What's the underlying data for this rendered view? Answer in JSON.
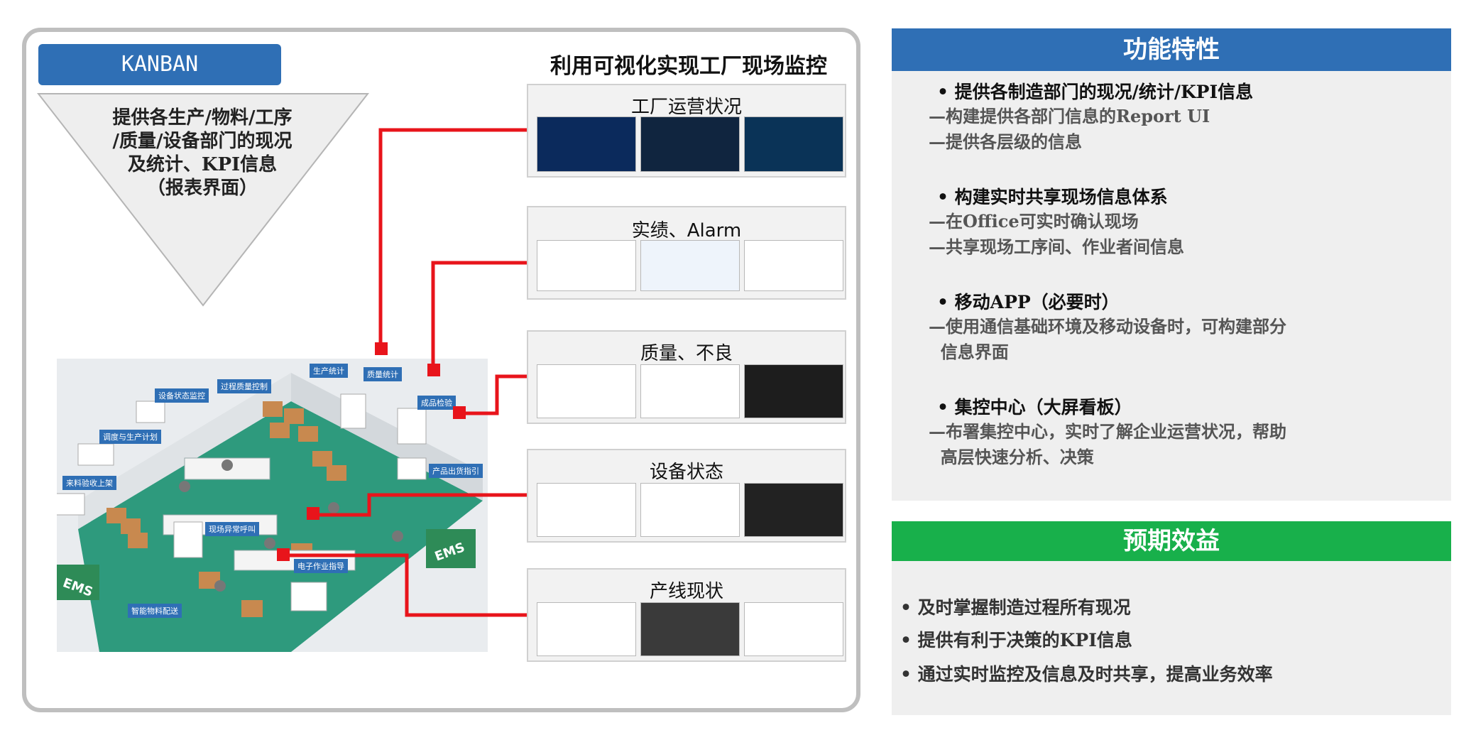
{
  "left": {
    "kanban_label": "KANBAN",
    "triangle_lines": [
      "提供各生产/物料/工序",
      "/质量/设备部门的现况",
      "及统计、KPI信息",
      "（报表界面）"
    ],
    "main_title": "利用可视化实现工厂现场监控",
    "panels": [
      {
        "title": "工厂运营状况"
      },
      {
        "title": "实绩、Alarm"
      },
      {
        "title": "质量、不良"
      },
      {
        "title": "设备状态"
      },
      {
        "title": "产线现状"
      }
    ],
    "factory_labels": [
      "生产统计",
      "质量统计",
      "过程质量控制",
      "设备状态监控",
      "成品检验",
      "调度与生产计划",
      "产品出货指引",
      "来料验收上架",
      "现场异常呼叫",
      "电子作业指导",
      "智能物料配送"
    ],
    "truck_label": "EMS"
  },
  "features": {
    "header": "功能特性",
    "items": [
      {
        "bullet": "•  提供各制造部门的现况/统计/KPI信息",
        "subs": [
          "—构建提供各部门信息的Report UI",
          "—提供各层级的信息"
        ]
      },
      {
        "bullet": "•  构建实时共享现场信息体系",
        "subs": [
          "—在Office可实时确认现场",
          "—共享现场工序间、作业者间信息"
        ]
      },
      {
        "bullet": "•  移动APP（必要时）",
        "subs": [
          "—使用通信基础环境及移动设备时，可构建部分",
          "  信息界面"
        ]
      },
      {
        "bullet": "•  集控中心（大屏看板）",
        "subs": [
          "—布署集控中心，实时了解企业运营状况，帮助",
          "  高层快速分析、决策"
        ]
      }
    ]
  },
  "benefits": {
    "header": "预期效益",
    "items": [
      "•  及时掌握制造过程所有现况",
      "•  提供有利于决策的KPI信息",
      "•  通过实时监控及信息及时共享，提高业务效率"
    ]
  },
  "colors": {
    "blue": "#2f6fb5",
    "green": "#18b04b",
    "red": "#e8141b",
    "floor": "#2e9a7d"
  }
}
